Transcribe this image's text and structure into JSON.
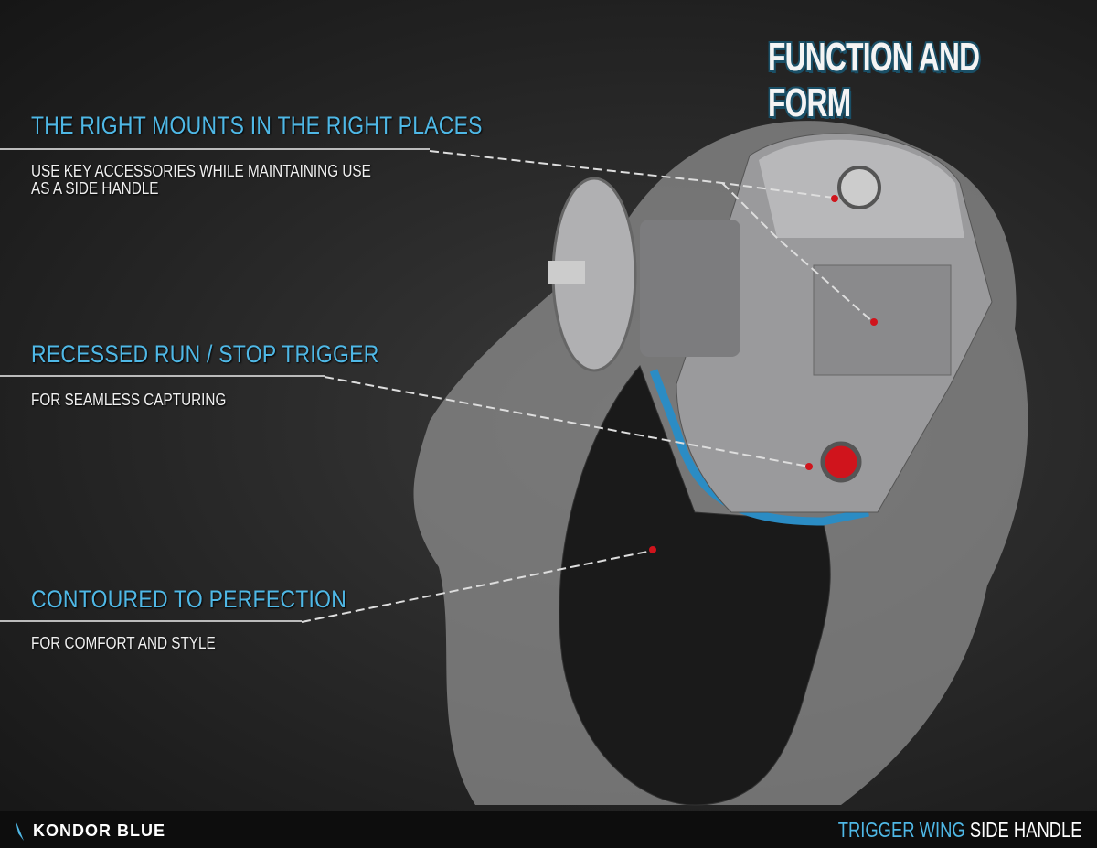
{
  "title": "FUNCTION AND FORM",
  "features": [
    {
      "heading": "THE RIGHT MOUNTS IN THE RIGHT PLACES",
      "sub_line1": "USE KEY ACCESSORIES WHILE MAINTAINING USE",
      "sub_line2": "AS A SIDE HANDLE"
    },
    {
      "heading": "RECESSED RUN / STOP TRIGGER",
      "sub_line1": "FOR SEAMLESS CAPTURING"
    },
    {
      "heading": "CONTOURED TO PERFECTION",
      "sub_line1": "FOR COMFORT AND STYLE"
    }
  ],
  "footer": {
    "brand": "KONDOR BLUE",
    "product_highlight": "TRIGGER WING",
    "product_rest": "SIDE HANDLE"
  },
  "colors": {
    "accent": "#4fb8e6",
    "trigger": "#d0141c"
  }
}
